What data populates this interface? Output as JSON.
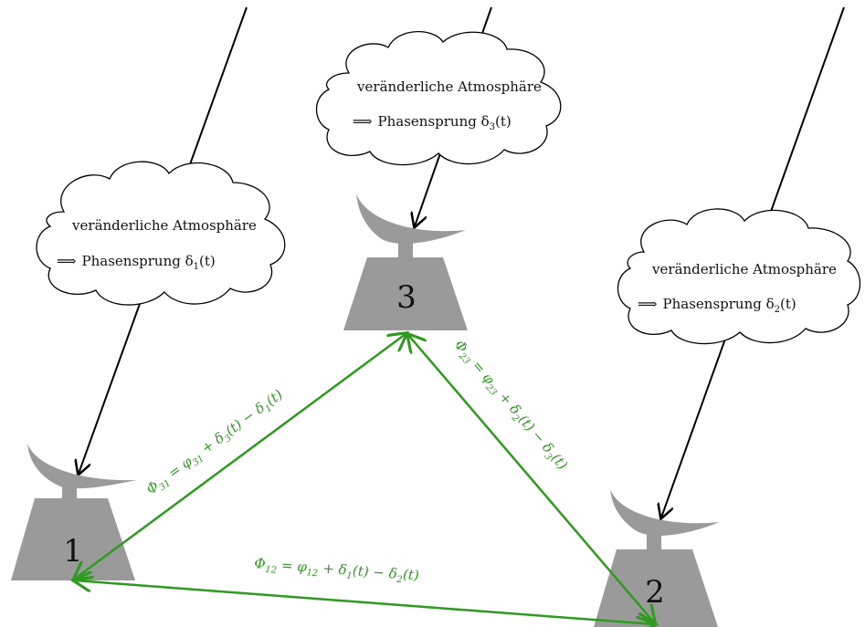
{
  "diagram": {
    "colors": {
      "station": "#9a9a9a",
      "baseline": "#2e9a1f",
      "signal": "#000000",
      "cloud_stroke": "#000000",
      "cloud_fill": "#ffffff"
    },
    "clouds": [
      {
        "id": "cloud-1",
        "line1": "veränderliche Atmosphäre",
        "arrow": "⟹",
        "line2_prefix": "Phasensprung δ",
        "line2_sub": "1",
        "line2_suffix": "(t)"
      },
      {
        "id": "cloud-3",
        "line1": "veränderliche Atmosphäre",
        "arrow": "⟹",
        "line2_prefix": "Phasensprung δ",
        "line2_sub": "3",
        "line2_suffix": "(t)"
      },
      {
        "id": "cloud-2",
        "line1": "veränderliche Atmosphäre",
        "arrow": "⟹",
        "line2_prefix": "Phasensprung δ",
        "line2_sub": "2",
        "line2_suffix": "(t)"
      }
    ],
    "stations": [
      {
        "id": "station-1",
        "label": "1"
      },
      {
        "id": "station-3",
        "label": "3"
      },
      {
        "id": "station-2",
        "label": "2"
      }
    ],
    "baselines": [
      {
        "id": "baseline-31",
        "lhs": "Φ",
        "lhs_sub": "31",
        "eq": " = φ",
        "phi_sub": "31",
        "plus": " + δ",
        "plus_sub": "3",
        "mid": "(t) − δ",
        "minus_sub": "1",
        "end": "(t)"
      },
      {
        "id": "baseline-23",
        "lhs": "Φ",
        "lhs_sub": "23",
        "eq": " = φ",
        "phi_sub": "23",
        "plus": " + δ",
        "plus_sub": "2",
        "mid": "(t) − δ",
        "minus_sub": "3",
        "end": "(t)"
      },
      {
        "id": "baseline-12",
        "lhs": "Φ",
        "lhs_sub": "12",
        "eq": " = φ",
        "phi_sub": "12",
        "plus": " + δ",
        "plus_sub": "1",
        "mid": "(t) − δ",
        "minus_sub": "2",
        "end": "(t)"
      }
    ]
  }
}
